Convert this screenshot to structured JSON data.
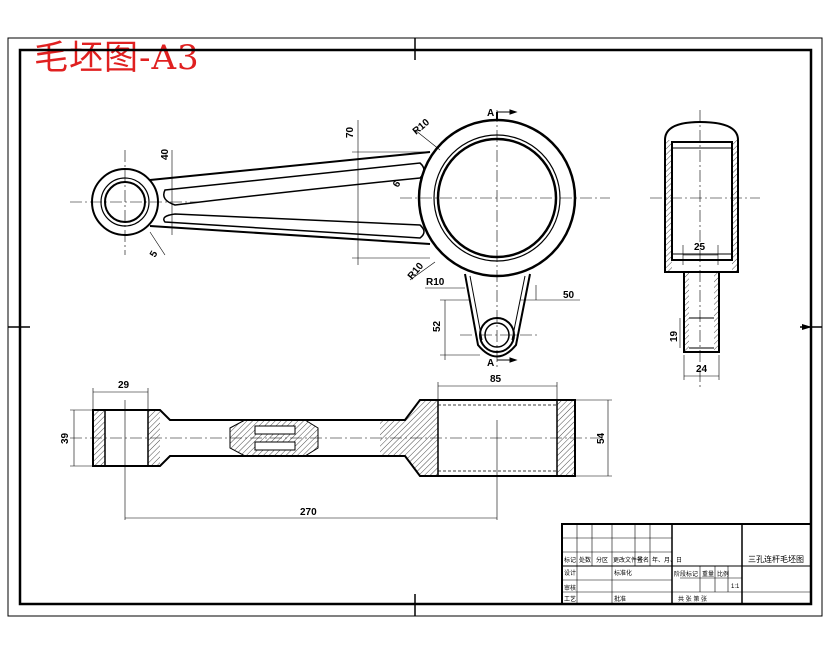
{
  "drawing_title": "毛坯图-A3",
  "section_mark": "A",
  "dimensions": {
    "d40": "40",
    "d70": "70",
    "r10_top": "R10",
    "d6_inner": "6",
    "d5_small": "5",
    "r10_left": "R10",
    "r10_bottom": "R10",
    "d50": "50",
    "d52": "52",
    "d25": "25",
    "d19": "19",
    "d24": "24",
    "d29": "29",
    "d85": "85",
    "d39": "39",
    "d54": "54",
    "d270": "270"
  },
  "title_block": {
    "part_name": "三孔连杆毛坯图",
    "scale": "1:1",
    "row_mark": "标记",
    "row_count": "处数",
    "row_zone": "分区",
    "row_docno": "更改文件号",
    "row_sign": "签名",
    "row_date": "年、月、日",
    "row_design": "设计",
    "row_std": "标准化",
    "row_review": "审核",
    "row_process": "工艺",
    "row_approve": "批准",
    "stage_mark": "阶段标记",
    "weight": "重量",
    "ratio": "比例",
    "sheets": "共 张 第 张"
  }
}
